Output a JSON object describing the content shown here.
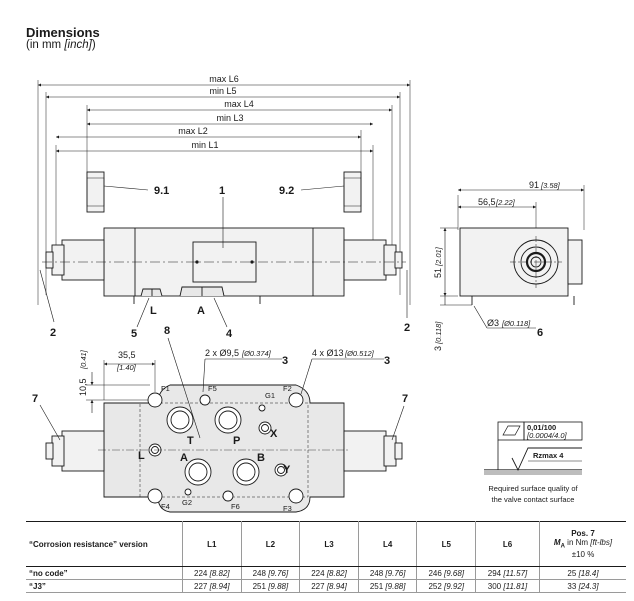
{
  "title": "Dimensions",
  "subtitle_prefix": "(in mm ",
  "subtitle_unit": "[inch]",
  "subtitle_suffix": ")",
  "callouts": {
    "maxL6": "max L6",
    "minL5": "min L5",
    "maxL4": "max L4",
    "minL3": "min L3",
    "maxL2": "max L2",
    "minL1": "min L1",
    "p91": "9.1",
    "p1": "1",
    "p92": "9.2",
    "p2": "2",
    "p5": "5",
    "p4": "4",
    "portL": "L",
    "portA": "A",
    "d91": "91",
    "d91i": "[3.58]",
    "d565": "56,5",
    "d565i": "[2.22]",
    "d51": "51",
    "d51i": "[2.01]",
    "d3": "3",
    "d3i": "[0.118]",
    "dia3": "Ø3",
    "dia3i": "[Ø0.118]",
    "p6": "6",
    "p7": "7",
    "p8": "8",
    "p3": "3",
    "d355": "35,5",
    "d355i": "[1.40]",
    "d105": "10,5",
    "d105i": "[0.41]",
    "holes95": "2 x Ø9,5",
    "holes95i": "[Ø0.374]",
    "holes13": "4 x Ø13",
    "holes13i": "[Ø0.512]",
    "F1": "F1",
    "F2": "F2",
    "F3": "F3",
    "F4": "F4",
    "F5": "F5",
    "F6": "F6",
    "G1": "G1",
    "G2": "G2",
    "T": "T",
    "P": "P",
    "X": "X",
    "Y": "Y",
    "A": "A",
    "B": "B",
    "L": "L",
    "flat1": "0,01/100",
    "flat2": "[0.0004/4.0]",
    "rz": "Rzmax 4",
    "surface1": "Required surface quality of",
    "surface2": "the valve contact surface"
  },
  "table": {
    "headers": [
      "“Corrosion resistance” version",
      "L1",
      "L2",
      "L3",
      "L4",
      "L5",
      "L6"
    ],
    "pos7_line1": "Pos. 7",
    "pos7_line2_m": "M",
    "pos7_line2_sub": "A",
    "pos7_line2_rest": " in Nm ",
    "pos7_line2_unit": "[ft-lbs]",
    "pos7_line3": "±10 %",
    "rows": [
      {
        "name": "“no code”",
        "cells": [
          [
            "224",
            "[8.82]"
          ],
          [
            "248",
            "[9.76]"
          ],
          [
            "224",
            "[8.82]"
          ],
          [
            "248",
            "[9.76]"
          ],
          [
            "246",
            "[9.68]"
          ],
          [
            "294",
            "[11.57]"
          ],
          [
            "25",
            "[18.4]"
          ]
        ]
      },
      {
        "name": "“J3”",
        "cells": [
          [
            "227",
            "[8.94]"
          ],
          [
            "251",
            "[9.88]"
          ],
          [
            "227",
            "[8.94]"
          ],
          [
            "251",
            "[9.88]"
          ],
          [
            "252",
            "[9.92]"
          ],
          [
            "300",
            "[11.81]"
          ],
          [
            "33",
            "[24.3]"
          ]
        ]
      }
    ]
  },
  "colors": {
    "line": "#1a1a1a",
    "body": "#f2f2f2",
    "mount": "#e8e8e8",
    "surface": "#bdbdbd"
  }
}
